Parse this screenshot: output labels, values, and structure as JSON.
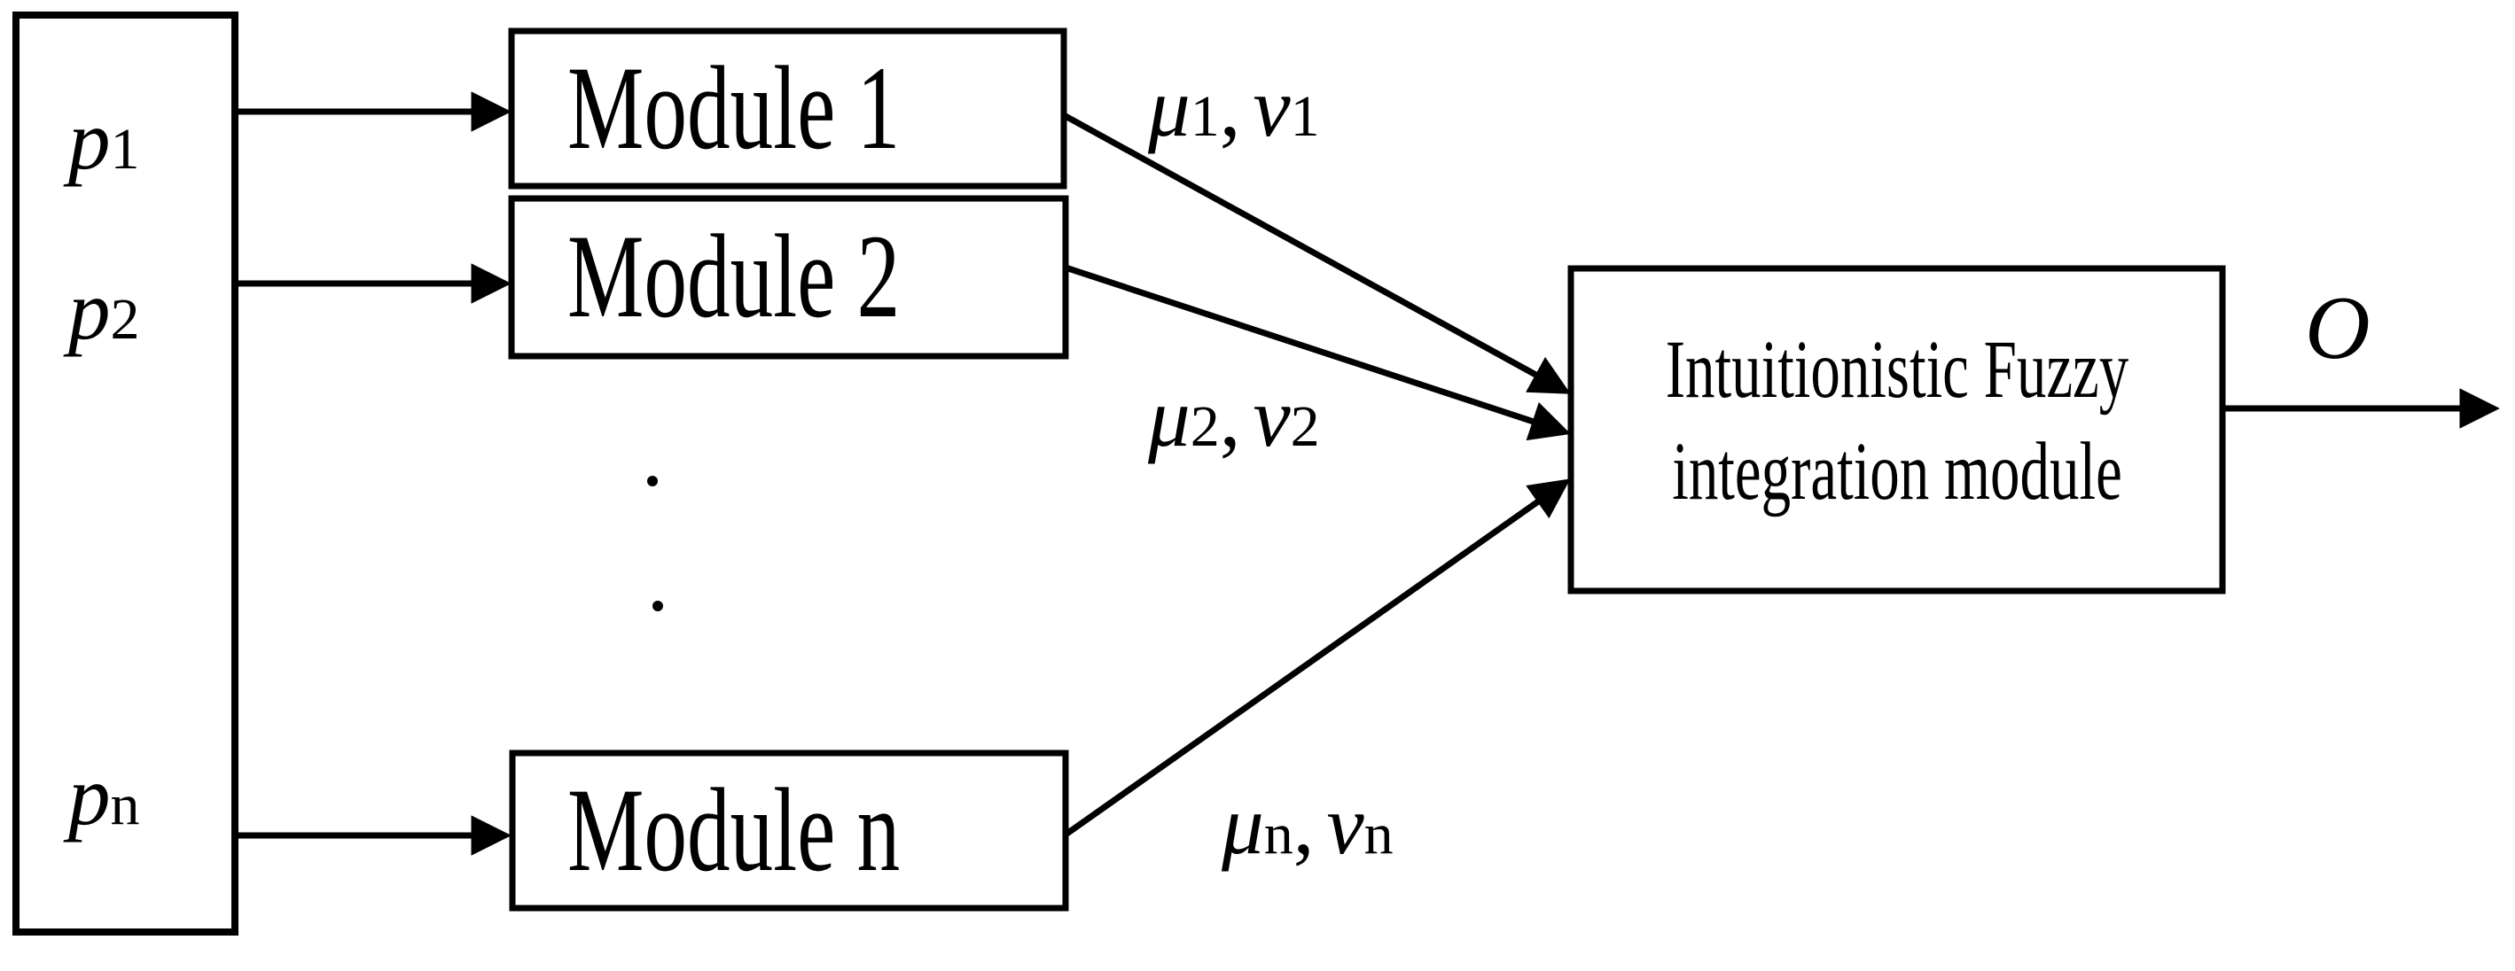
{
  "figure": {
    "background_color": "#ffffff",
    "line_color": "#000000",
    "inputs": {
      "items": [
        {
          "base": "p",
          "sub": "1"
        },
        {
          "base": "p",
          "sub": "2"
        },
        {
          "base": "p",
          "sub": "n"
        }
      ]
    },
    "modules": [
      {
        "label": "Module 1"
      },
      {
        "label": "Module 2"
      },
      {
        "label": "Module n"
      }
    ],
    "ellipsis": {
      "dot_count": 2
    },
    "edge_labels": [
      {
        "mu": "μ",
        "mu_sub": "1",
        "sep": ",",
        "nu": "ν",
        "nu_sub": "1"
      },
      {
        "mu": "μ",
        "mu_sub": "2",
        "sep": ",",
        "nu": "ν",
        "nu_sub": "2"
      },
      {
        "mu": "μ",
        "mu_sub": "n",
        "sep": ",",
        "nu": "ν",
        "nu_sub": "n"
      }
    ],
    "integration": {
      "line1": "Intuitionistic Fuzzy",
      "line2": "integration module"
    },
    "output": {
      "label": "O"
    }
  }
}
